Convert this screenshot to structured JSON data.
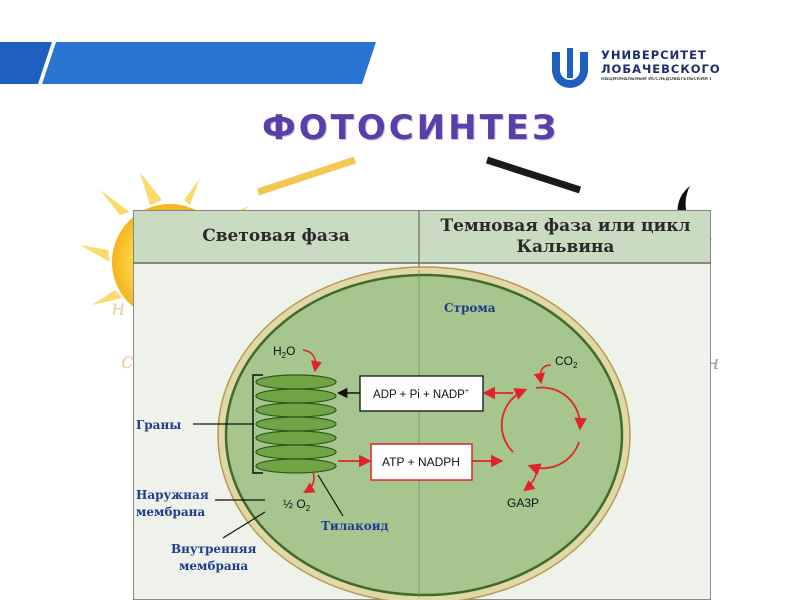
{
  "header": {
    "logo_line1": "УНИВЕРСИТЕТ",
    "logo_line2": "ЛОБАЧЕВСКОГО",
    "logo_line3": "НАЦИОНАЛЬНЫЙ ИССЛЕДОВАТЕЛЬСКИЙ ИНСТИТУТ",
    "brand_blue": "#1f5fbf"
  },
  "title": "ФОТОСИНТЕЗ",
  "background_letters": [
    "н",
    "с",
    "н"
  ],
  "table": {
    "col_light": "Световая фаза",
    "col_dark": "Темновая фаза или цикл Кальвина"
  },
  "diagram": {
    "stroma": "Строма",
    "h2o_base": "H",
    "h2o_sub": "2",
    "h2o_end": "O",
    "adp_box": "ADP + Pi + NADP",
    "adp_sup": "+",
    "atp_box": "ATP + NADPH",
    "co2_base": "CO",
    "co2_sub": "2",
    "o2_half": "½ O",
    "o2_sub": "2",
    "ga3p": "GA3P",
    "grana": "Граны",
    "outer_membrane_1": "Наружная",
    "outer_membrane_2": "мембрана",
    "inner_membrane_1": "Внутренняя",
    "inner_membrane_2": "мембрана",
    "thylakoid": "Тилакоид"
  },
  "colors": {
    "title_purple": "#5b3fa8",
    "chloroplast_green": "#a7c58f",
    "arrow_red": "#e0242c",
    "label_blue": "#1e3b8f"
  }
}
